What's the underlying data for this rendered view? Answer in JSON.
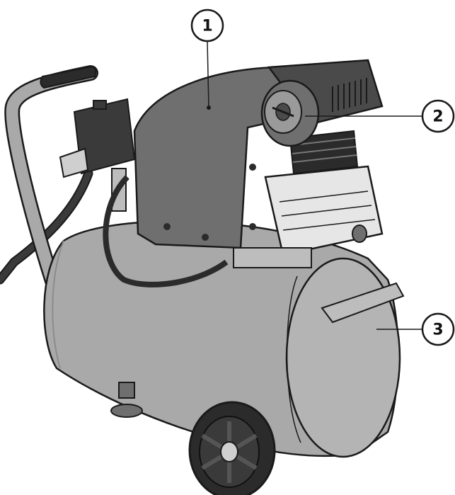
{
  "figure": {
    "callouts": [
      {
        "number": "1",
        "target": "motor-cover"
      },
      {
        "number": "2",
        "target": "air-filter"
      },
      {
        "number": "3",
        "target": "air-tank"
      }
    ]
  },
  "colors": {
    "outline": "#1a1a1a",
    "tank": "#a9a9a9",
    "tank_shade": "#8c8c8c",
    "cover": "#6f6f6f",
    "motor": "#4a4a4a",
    "pump": "#e6e6e6",
    "rubber": "#2b2b2b",
    "callout_circle": "#ffffff"
  }
}
